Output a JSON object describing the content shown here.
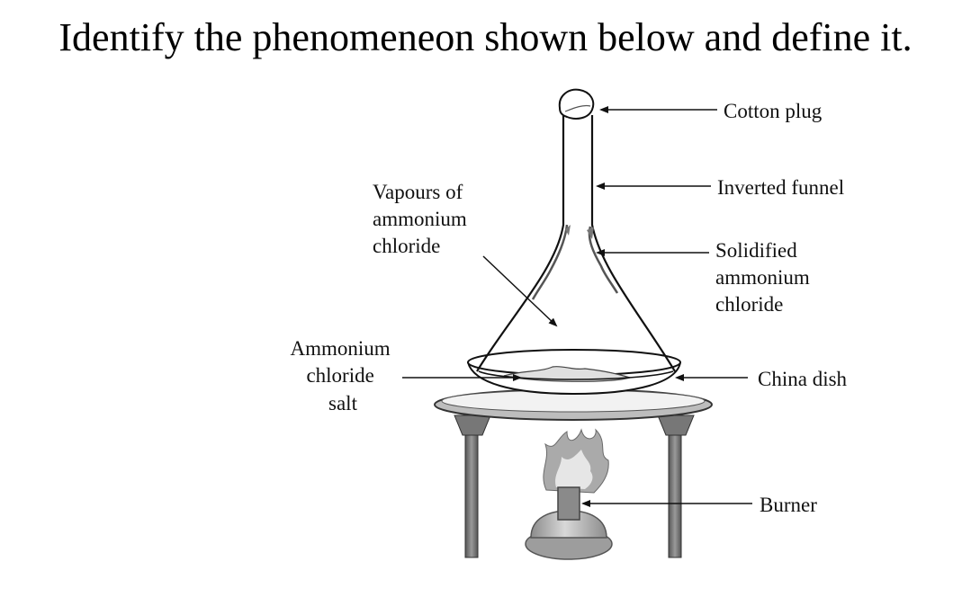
{
  "question": "Identify the phenomeneon shown below and define it.",
  "labels": {
    "cotton_plug": "Cotton plug",
    "inverted_funnel": "Inverted funnel",
    "solidified": [
      "Solidified",
      "ammonium",
      "chloride"
    ],
    "vapours": [
      "Vapours of",
      "ammonium",
      "chloride"
    ],
    "ammonium_salt": [
      "Ammonium",
      "chloride",
      "salt"
    ],
    "china_dish": "China dish",
    "burner": "Burner"
  }
}
